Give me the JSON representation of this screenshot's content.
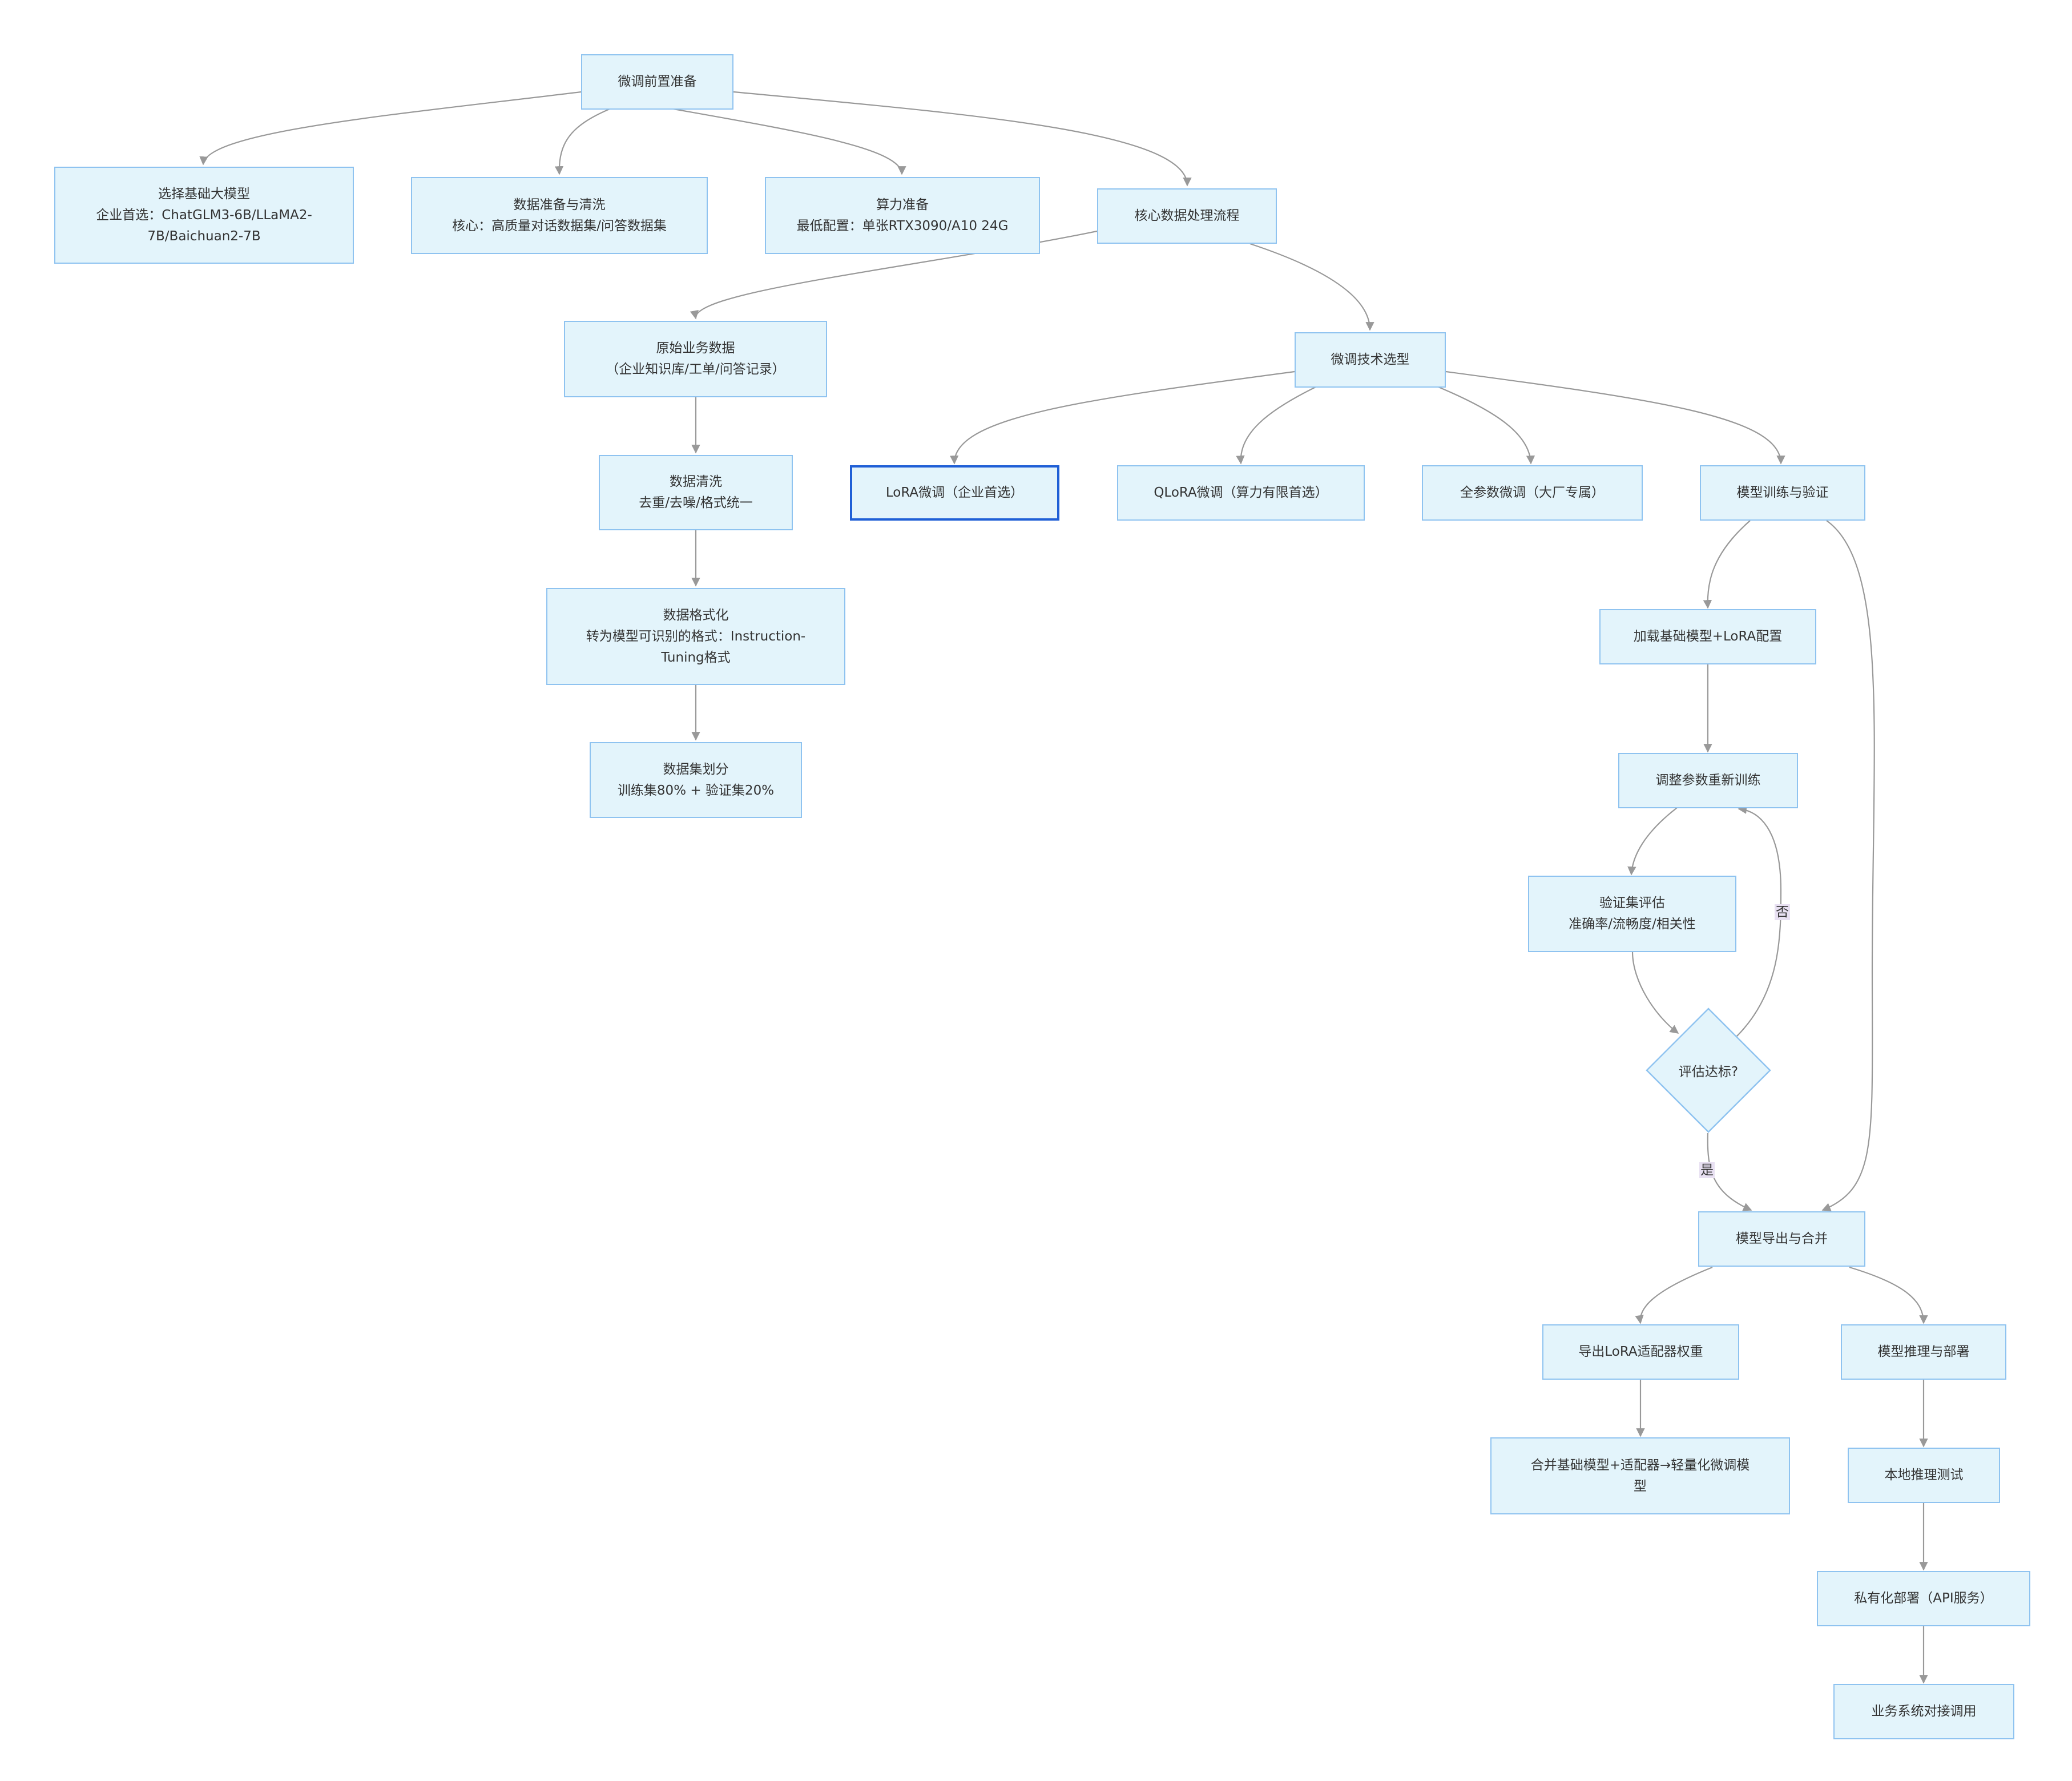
{
  "nodes": {
    "prep": [
      "微调前置准备"
    ],
    "model_select": [
      "选择基础大模型",
      "企业首选：ChatGLM3-6B/LLaMA2-",
      "7B/Baichuan2-7B"
    ],
    "data_prep": [
      "数据准备与清洗",
      "核心：高质量对话数据集/问答数据集"
    ],
    "compute": [
      "算力准备",
      "最低配置：单张RTX3090/A10 24G"
    ],
    "core_flow": [
      "核心数据处理流程"
    ],
    "raw_data": [
      "原始业务数据",
      "（企业知识库/工单/问答记录）"
    ],
    "clean": [
      "数据清洗",
      "去重/去噪/格式统一"
    ],
    "format": [
      "数据格式化",
      "转为模型可识别的格式：Instruction-",
      "Tuning格式"
    ],
    "split": [
      "数据集划分",
      "训练集80% + 验证集20%"
    ],
    "tech_select": [
      "微调技术选型"
    ],
    "lora": [
      "LoRA微调（企业首选）"
    ],
    "qlora": [
      "QLoRA微调（算力有限首选）"
    ],
    "full": [
      "全参数微调（大厂专属）"
    ],
    "train_val": [
      "模型训练与验证"
    ],
    "load": [
      "加载基础模型+LoRA配置"
    ],
    "retrain": [
      "调整参数重新训练"
    ],
    "val_eval": [
      "验证集评估",
      "准确率/流畅度/相关性"
    ],
    "decision": "评估达标?",
    "export_merge": [
      "模型导出与合并"
    ],
    "export_lora": [
      "导出LoRA适配器权重"
    ],
    "merge": [
      "合并基础模型+适配器→轻量化微调模",
      "型"
    ],
    "infer_deploy": [
      "模型推理与部署"
    ],
    "local_test": [
      "本地推理测试"
    ],
    "private_deploy": [
      "私有化部署（API服务）"
    ],
    "biz_call": [
      "业务系统对接调用"
    ]
  },
  "edge_labels": {
    "no": "否",
    "yes": "是"
  },
  "colors": {
    "node_fill": "#e3f4fb",
    "node_border": "#8fc3f0",
    "selected_border": "#1f5fd6",
    "edge": "#999999",
    "edge_label_bg": "#e8e0f2"
  }
}
